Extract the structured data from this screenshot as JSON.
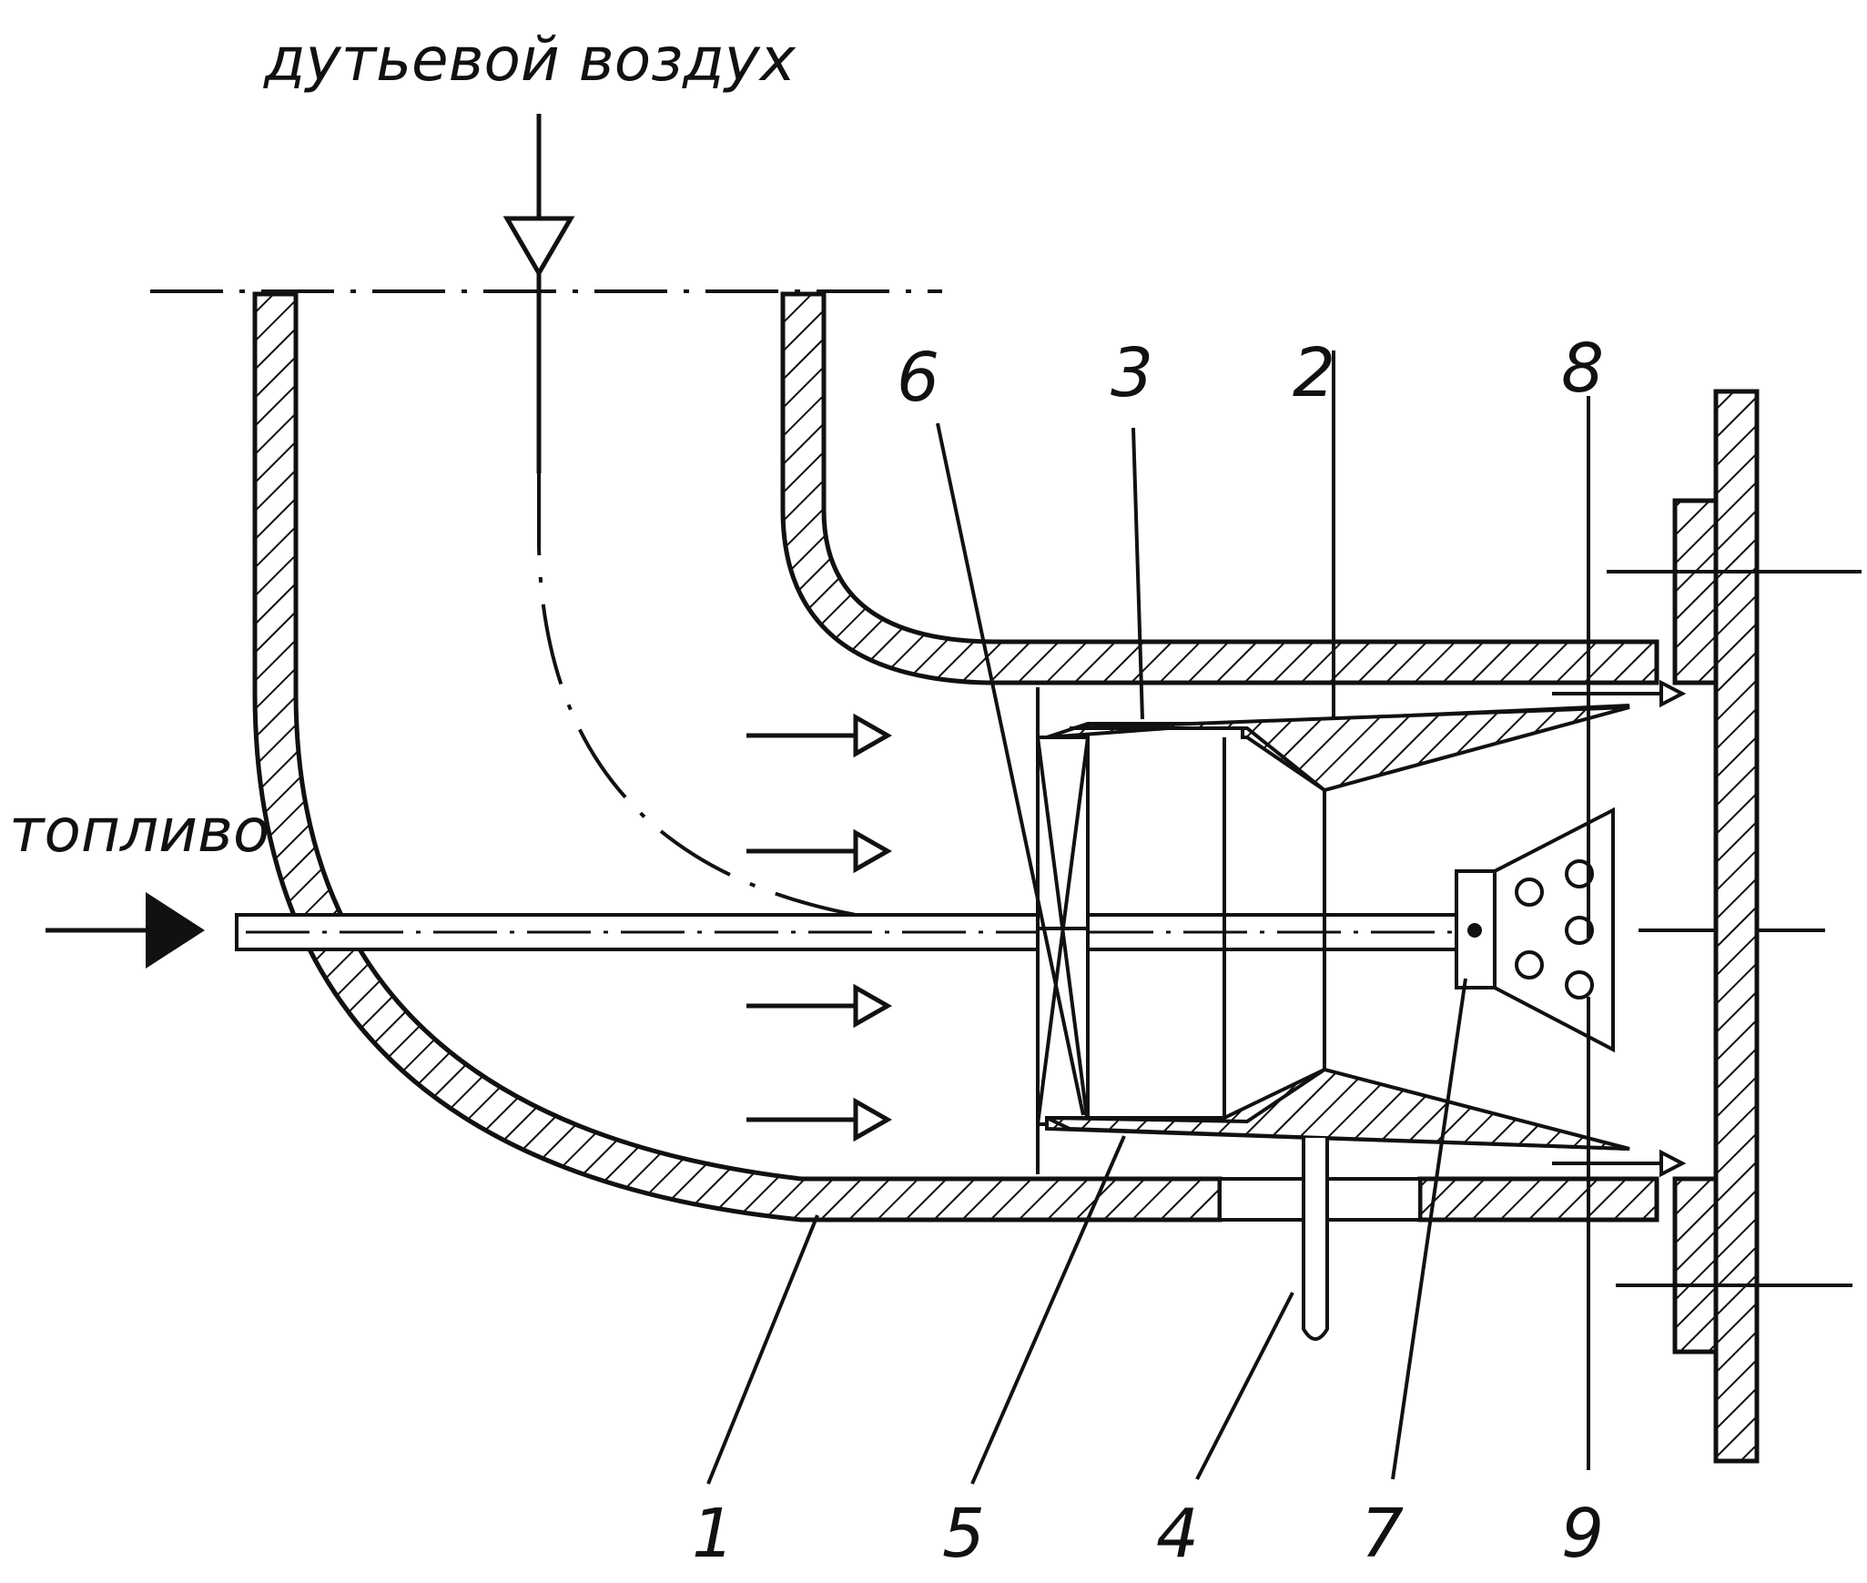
{
  "captions": {
    "air": "дутьевой воздух",
    "fuel": "топливо"
  },
  "labels": {
    "p1": "1",
    "p2": "2",
    "p3": "3",
    "p4": "4",
    "p5": "5",
    "p6": "6",
    "p7": "7",
    "p8": "8",
    "p9": "9"
  },
  "colors": {
    "ink": "#111111",
    "paper": "#ffffff"
  }
}
